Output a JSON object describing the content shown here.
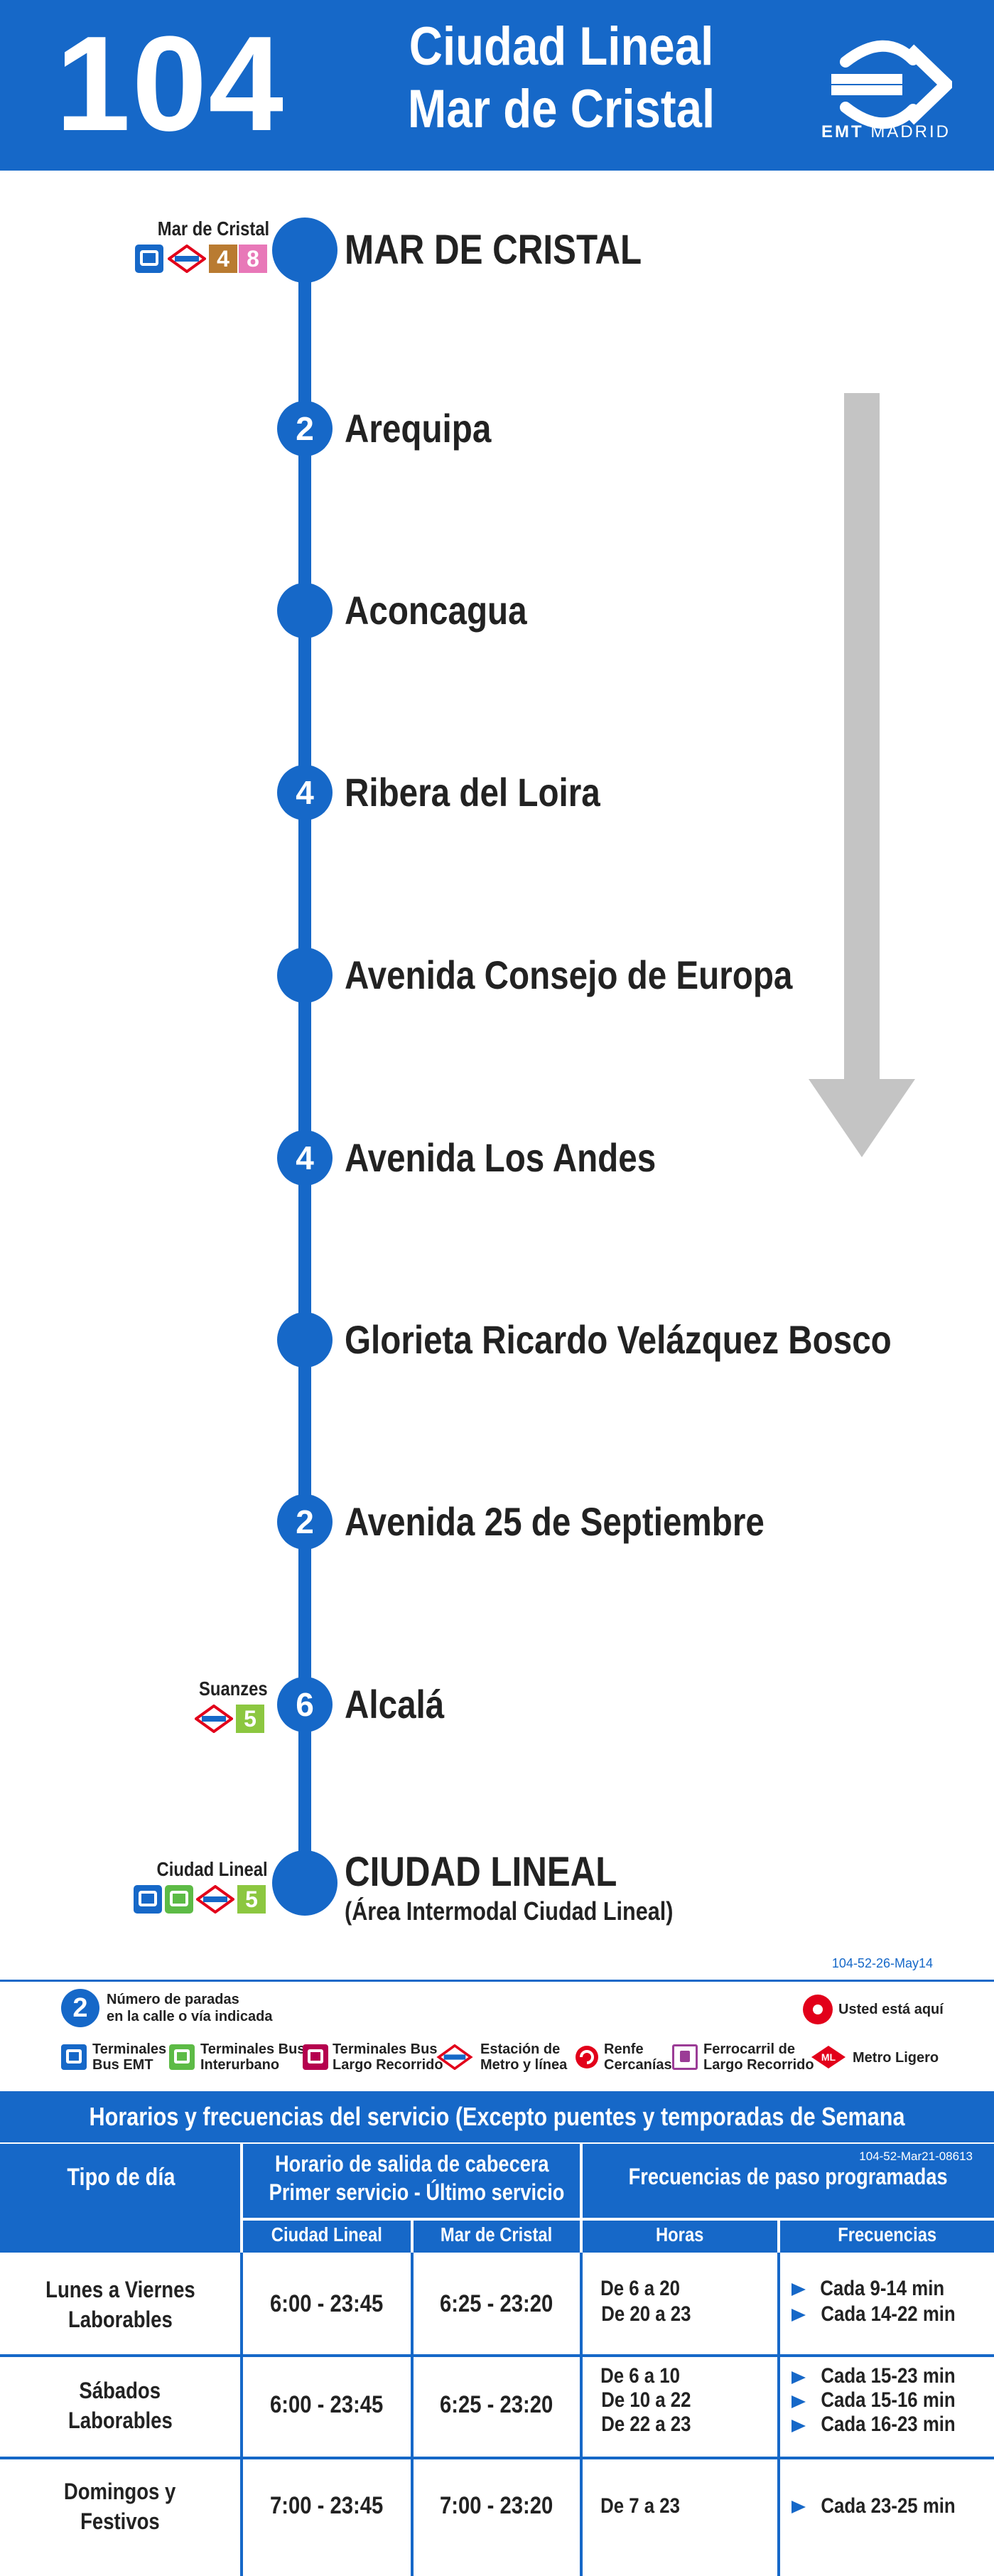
{
  "header": {
    "route_number": "104",
    "destination_line1": "Ciudad Lineal",
    "destination_line2": "Mar de Cristal",
    "brand_bold": "EMT",
    "brand_light": "MADRID",
    "brand_icon": "emt-logo-icon",
    "color": "#1668c8"
  },
  "stops": [
    {
      "name": "MAR DE CRISTAL",
      "badge": "",
      "terminal": true,
      "connection": {
        "label": "Mar de Cristal",
        "icons": [
          "bus-emt",
          "metro",
          "line-4",
          "line-8"
        ]
      }
    },
    {
      "name": "Arequipa",
      "badge": "2"
    },
    {
      "name": "Aconcagua",
      "badge": ""
    },
    {
      "name": "Ribera del Loira",
      "badge": "4"
    },
    {
      "name": "Avenida Consejo de Europa",
      "badge": ""
    },
    {
      "name": "Avenida Los Andes",
      "badge": "4"
    },
    {
      "name": "Glorieta Ricardo Velázquez Bosco",
      "badge": ""
    },
    {
      "name": "Avenida 25 de Septiembre",
      "badge": "2"
    },
    {
      "name": "Alcalá",
      "badge": "6",
      "connection": {
        "label": "Suanzes",
        "icons": [
          "metro",
          "line-5"
        ]
      }
    },
    {
      "name": "CIUDAD LINEAL",
      "badge": "",
      "terminal": true,
      "subtitle": "(Área Intermodal Ciudad Lineal)",
      "connection": {
        "label": "Ciudad Lineal",
        "icons": [
          "bus-emt",
          "bus-interurbano",
          "metro",
          "line-5"
        ]
      }
    }
  ],
  "metro_lines": {
    "l4": "4",
    "l8": "8",
    "l5": "5"
  },
  "legend": {
    "code": "104-52-26-May14",
    "stops_badge": "2",
    "stops_text_1": "Número de paradas",
    "stops_text_2": "en la calle o vía indicada",
    "here_text": "Usted está aquí",
    "items": [
      {
        "icon": "bus-emt-icon",
        "line1": "Terminales",
        "line2": "Bus EMT"
      },
      {
        "icon": "bus-interurbano-icon",
        "line1": "Terminales Bus",
        "line2": "Interurbano"
      },
      {
        "icon": "bus-largo-recorrido-icon",
        "line1": "Terminales Bus",
        "line2": "Largo Recorrido"
      },
      {
        "icon": "metro-icon",
        "line1": "Estación de",
        "line2": "Metro y línea"
      },
      {
        "icon": "renfe-icon",
        "line1": "Renfe",
        "line2": "Cercanías"
      },
      {
        "icon": "train-icon",
        "line1": "Ferrocarril de",
        "line2": "Largo Recorrido"
      },
      {
        "icon": "metro-ligero-icon",
        "line1": "Metro Ligero",
        "line2": ""
      }
    ]
  },
  "schedule": {
    "title": "Horarios y frecuencias del servicio (Excepto puentes y temporadas de Semana Santa y Verano)",
    "code": "104-52-Mar21-08613",
    "col_day_type": "Tipo de día",
    "col_departure_1": "Horario de salida de cabecera",
    "col_departure_2": "Primer servicio - Último servicio",
    "col_frequencies": "Frecuencias de paso programadas",
    "sub_origin_a": "Ciudad Lineal",
    "sub_origin_b": "Mar de Cristal",
    "sub_hours": "Horas",
    "sub_freq": "Frecuencias",
    "rows": [
      {
        "day_1": "Lunes a Viernes",
        "day_2": "Laborables",
        "a": "6:00 - 23:45",
        "b": "6:25 - 23:20",
        "hours": [
          "De 6 a 20",
          "De 20 a 23"
        ],
        "freqs": [
          "Cada 9-14 min",
          "Cada 14-22 min"
        ]
      },
      {
        "day_1": "Sábados",
        "day_2": "Laborables",
        "a": "6:00 - 23:45",
        "b": "6:25 - 23:20",
        "hours": [
          "De 6 a 10",
          "De 10 a 22",
          "De 22 a 23"
        ],
        "freqs": [
          "Cada 15-23 min",
          "Cada 15-16 min",
          "Cada 16-23 min"
        ]
      },
      {
        "day_1": "Domingos y",
        "day_2": "Festivos",
        "a": "7:00 - 23:45",
        "b": "7:00 - 23:20",
        "hours": [
          "De 7 a 23"
        ],
        "freqs": [
          "Cada 23-25 min"
        ]
      }
    ]
  }
}
